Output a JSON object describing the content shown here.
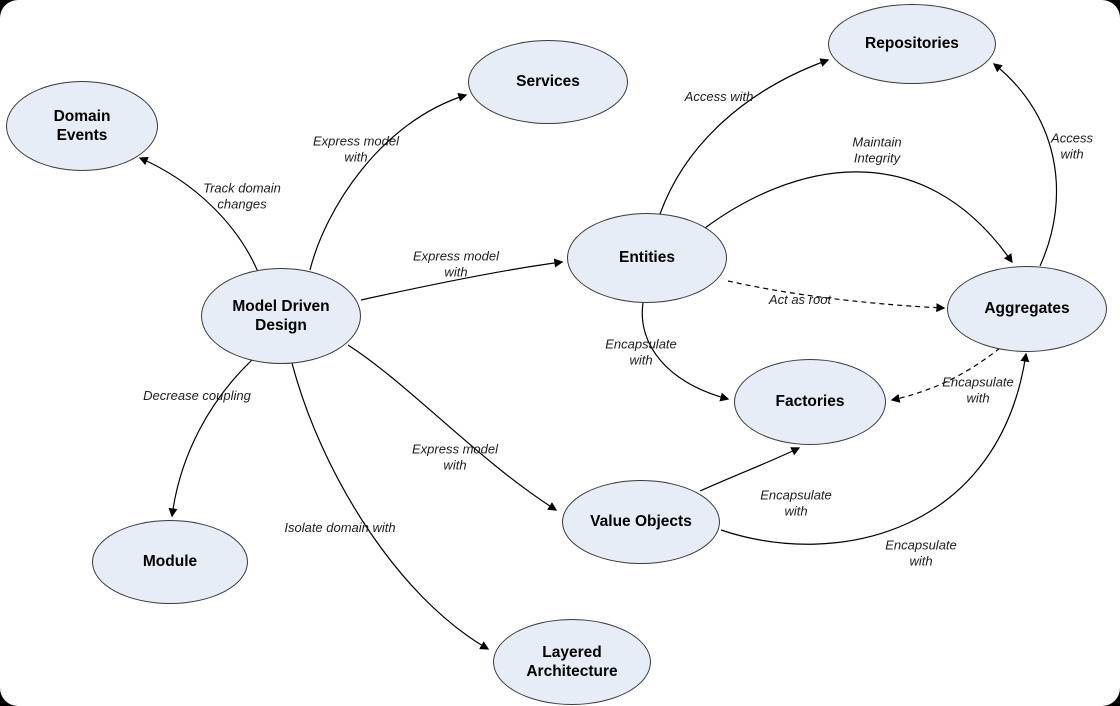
{
  "diagram": {
    "name": "Domain-Driven Design concept map",
    "node_fill_color": "#e6edf6",
    "node_border_color": "#3a3a3a",
    "edge_color": "#000000",
    "background_color": "#ffffff"
  },
  "nodes": [
    {
      "id": "domain-events",
      "label": "Domain\nEvents"
    },
    {
      "id": "services",
      "label": "Services"
    },
    {
      "id": "repositories",
      "label": "Repositories"
    },
    {
      "id": "model-driven-design",
      "label": "Model Driven\nDesign"
    },
    {
      "id": "entities",
      "label": "Entities"
    },
    {
      "id": "aggregates",
      "label": "Aggregates"
    },
    {
      "id": "factories",
      "label": "Factories"
    },
    {
      "id": "module",
      "label": "Module"
    },
    {
      "id": "value-objects",
      "label": "Value Objects"
    },
    {
      "id": "layered-architecture",
      "label": "Layered\nArchitecture"
    }
  ],
  "edges": [
    {
      "id": "mdd-domain-events",
      "from": "model-driven-design",
      "to": "domain-events",
      "label": "Track domain\nchanges",
      "style": "solid"
    },
    {
      "id": "mdd-services",
      "from": "model-driven-design",
      "to": "services",
      "label": "Express model\nwith",
      "style": "solid"
    },
    {
      "id": "mdd-entities",
      "from": "model-driven-design",
      "to": "entities",
      "label": "Express model\nwith",
      "style": "solid"
    },
    {
      "id": "mdd-value-objects",
      "from": "model-driven-design",
      "to": "value-objects",
      "label": "Express model\nwith",
      "style": "solid"
    },
    {
      "id": "mdd-module",
      "from": "model-driven-design",
      "to": "module",
      "label": "Decrease coupling",
      "style": "solid"
    },
    {
      "id": "mdd-layered-architecture",
      "from": "model-driven-design",
      "to": "layered-architecture",
      "label": "Isolate domain with",
      "style": "solid"
    },
    {
      "id": "entities-repositories",
      "from": "entities",
      "to": "repositories",
      "label": "Access with",
      "style": "solid"
    },
    {
      "id": "entities-aggregates-integrity",
      "from": "entities",
      "to": "aggregates",
      "label": "Maintain\nIntegrity",
      "style": "solid"
    },
    {
      "id": "entities-aggregates-root",
      "from": "entities",
      "to": "aggregates",
      "label": "Act as root",
      "style": "dashed"
    },
    {
      "id": "entities-factories",
      "from": "entities",
      "to": "factories",
      "label": "Encapsulate\nwith",
      "style": "solid"
    },
    {
      "id": "aggregates-repositories",
      "from": "aggregates",
      "to": "repositories",
      "label": "Access with",
      "style": "solid"
    },
    {
      "id": "aggregates-factories",
      "from": "aggregates",
      "to": "factories",
      "label": "Encapsulate\nwith",
      "style": "dashed"
    },
    {
      "id": "value-objects-factories",
      "from": "value-objects",
      "to": "factories",
      "label": "Encapsulate\nwith",
      "style": "solid"
    },
    {
      "id": "value-objects-aggregates",
      "from": "value-objects",
      "to": "aggregates",
      "label": "Encapsulate\nwith",
      "style": "solid"
    }
  ]
}
